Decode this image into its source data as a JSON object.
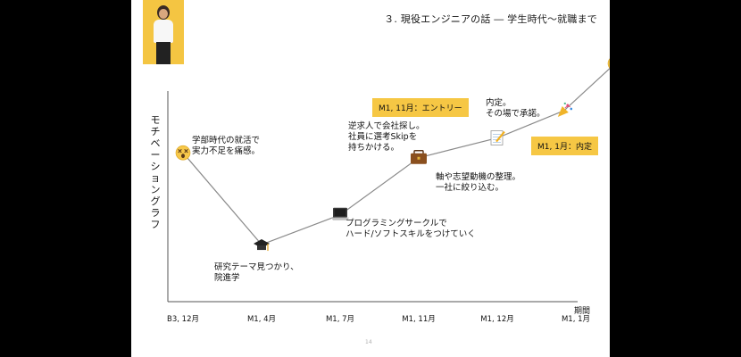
{
  "slide": {
    "title": "３. 現役エンジニアの話",
    "subtitle": " ― 学生時代〜就職まで",
    "ylabel": "モチベーショングラフ",
    "xlabel": "期間",
    "page_number": "14"
  },
  "chart_data": {
    "type": "line",
    "xlabel": "期間",
    "ylabel": "モチベーショングラフ",
    "categories": [
      "B3, 12月",
      "M1, 4月",
      "M1, 7月",
      "M1, 11月",
      "M1, 12月",
      "M1, 1月"
    ],
    "points": [
      {
        "x": 0,
        "y": 60,
        "icon": "dizzy-face-emoji"
      },
      {
        "x": 1,
        "y": 23,
        "icon": "graduation-cap-emoji"
      },
      {
        "x": 2,
        "y": 35,
        "icon": "laptop-emoji"
      },
      {
        "x": 3,
        "y": 58,
        "icon": "briefcase-emoji"
      },
      {
        "x": 4,
        "y": 66,
        "icon": "memo-emoji"
      },
      {
        "x": 4.85,
        "y": 77,
        "icon": "party-popper-emoji"
      },
      {
        "x": 5.5,
        "y": 96,
        "icon": "smiling-face-emoji"
      }
    ],
    "yrange": [
      0,
      100
    ],
    "line_color": "#8a8a8a",
    "axis_color": "#555555",
    "grid": false,
    "annotations": [
      "学部時代の就活で\n実力不足を痛感。",
      "研究テーマ見つかり、\n院進学",
      "プログラミングサークルで\nハード/ソフトスキルをつけていく",
      "逆求人で会社探し。\n社員に選考Skipを\n持ちかける。",
      "軸や志望動機の整理。\n一社に絞り込む。",
      "内定。\nその場で承諾。"
    ],
    "badges": [
      "M1, 11月：エントリー",
      "M1, 1月：内定"
    ],
    "badge_color": "#f6c744"
  }
}
